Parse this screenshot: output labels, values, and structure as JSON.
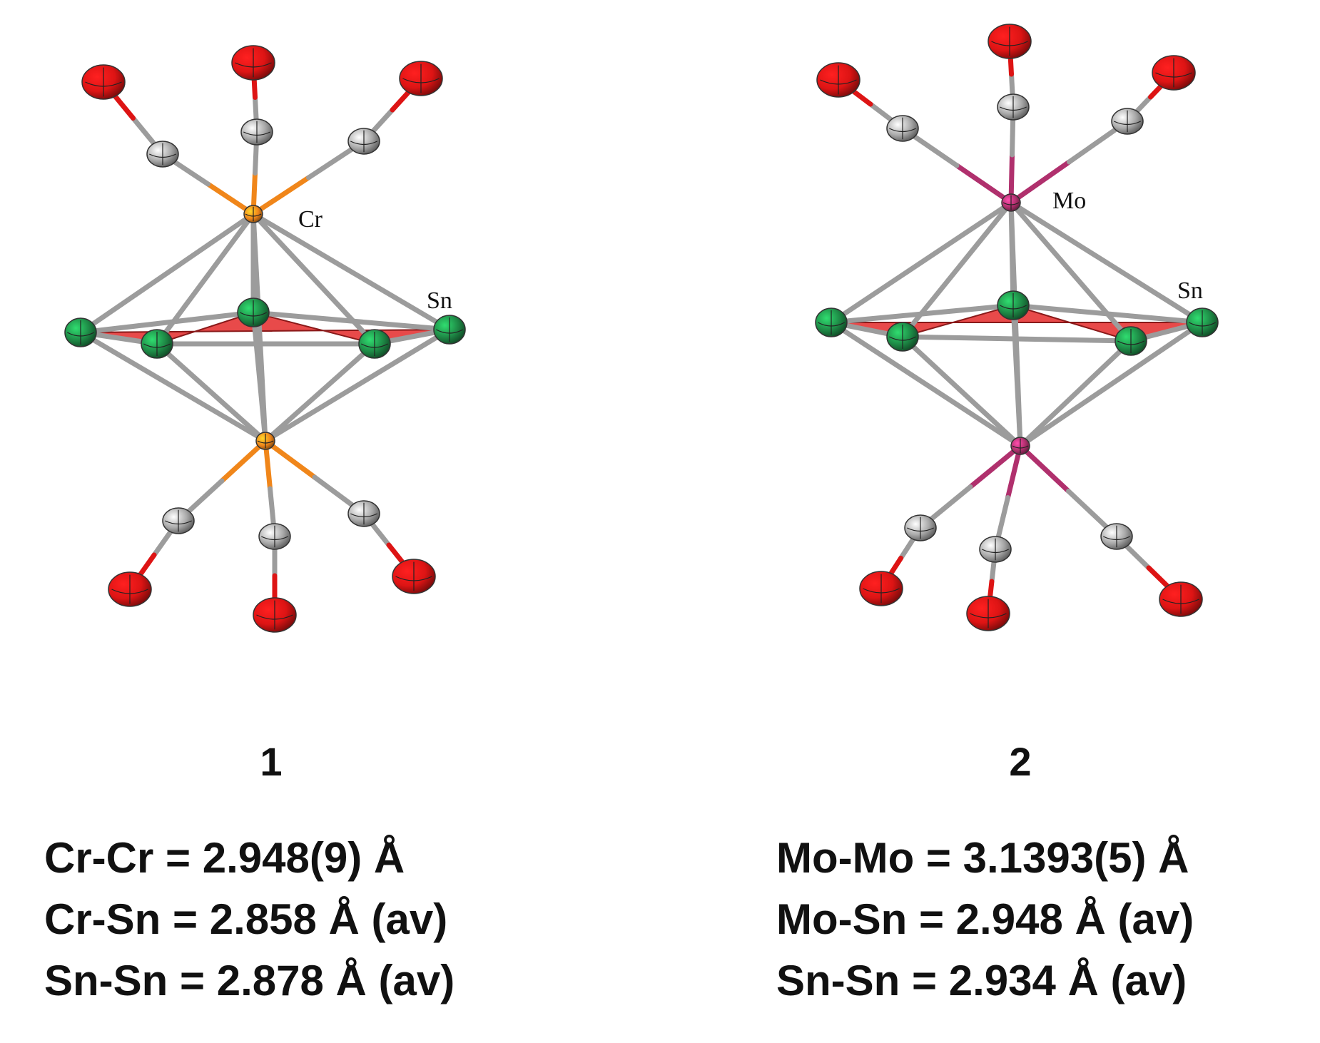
{
  "structures": [
    {
      "metal_label": "Cr",
      "tin_label": "Sn",
      "compound_number": "1",
      "bond_lines": [
        "Cr-Cr = 2.948(9) Å",
        "Cr-Sn = 2.858 Å (av)",
        "Sn-Sn = 2.878 Å (av)"
      ],
      "colors": {
        "metal": "#f0861a",
        "tin": "#1e8a46",
        "carbon": "#a9a9a9",
        "oxygen": "#dd1414",
        "ring": "#e42a2a",
        "bond": "#9c9c9c"
      }
    },
    {
      "metal_label": "Mo",
      "tin_label": "Sn",
      "compound_number": "2",
      "bond_lines": [
        "Mo-Mo = 3.1393(5) Å",
        "Mo-Sn = 2.948 Å (av)",
        "Sn-Sn = 2.934 Å (av)"
      ],
      "colors": {
        "metal": "#b0306d",
        "tin": "#1e8a46",
        "carbon": "#a9a9a9",
        "oxygen": "#dd1414",
        "ring": "#e42a2a",
        "bond": "#9c9c9c"
      }
    }
  ]
}
